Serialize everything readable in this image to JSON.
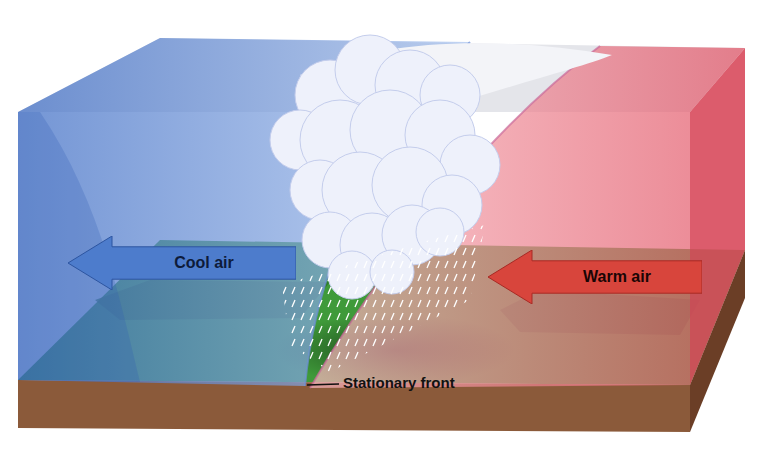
{
  "diagram": {
    "nodes": [
      {
        "text": [
          "Cool air"
        ]
      },
      {
        "text": [
          "Warm air"
        ]
      }
    ],
    "labels": [
      "Stationary front"
    ]
  }
}
